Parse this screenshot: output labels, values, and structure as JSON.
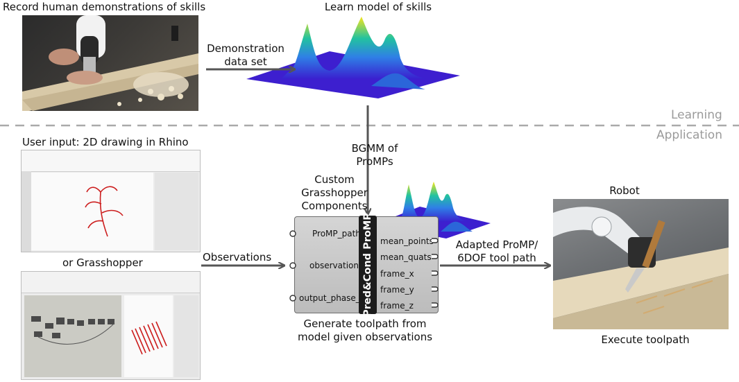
{
  "top": {
    "record_label": "Record human demonstrations of skills",
    "learn_label": "Learn model of skills",
    "demo_label": "Demonstration\ndata set"
  },
  "divider": {
    "learning": "Learning",
    "application": "Application"
  },
  "bgmm_label": "BGMM of\nProMPs",
  "user_input_label": "User input: 2D drawing in Rhino",
  "or_grasshopper_label": "or Grasshopper",
  "observations_label": "Observations",
  "custom_label": "Custom\nGrasshopper\nComponents",
  "component": {
    "title": "Pred&Cond ProMP",
    "inputs": [
      "ProMP_path",
      "observations",
      "output_phase_n"
    ],
    "outputs": [
      "mean_points",
      "mean_quats",
      "frame_x",
      "frame_y",
      "frame_z"
    ]
  },
  "generate_label": "Generate toolpath from\nmodel given observations",
  "adapted_label": "Adapted ProMP/\n6DOF tool path",
  "robot_label": "Robot",
  "execute_label": "Execute toolpath",
  "colors": {
    "arrow": "#555555",
    "dashed_divider": "#aaaaaa",
    "component_body": "#c8c8c8",
    "component_strip": "#1c1c1c"
  }
}
